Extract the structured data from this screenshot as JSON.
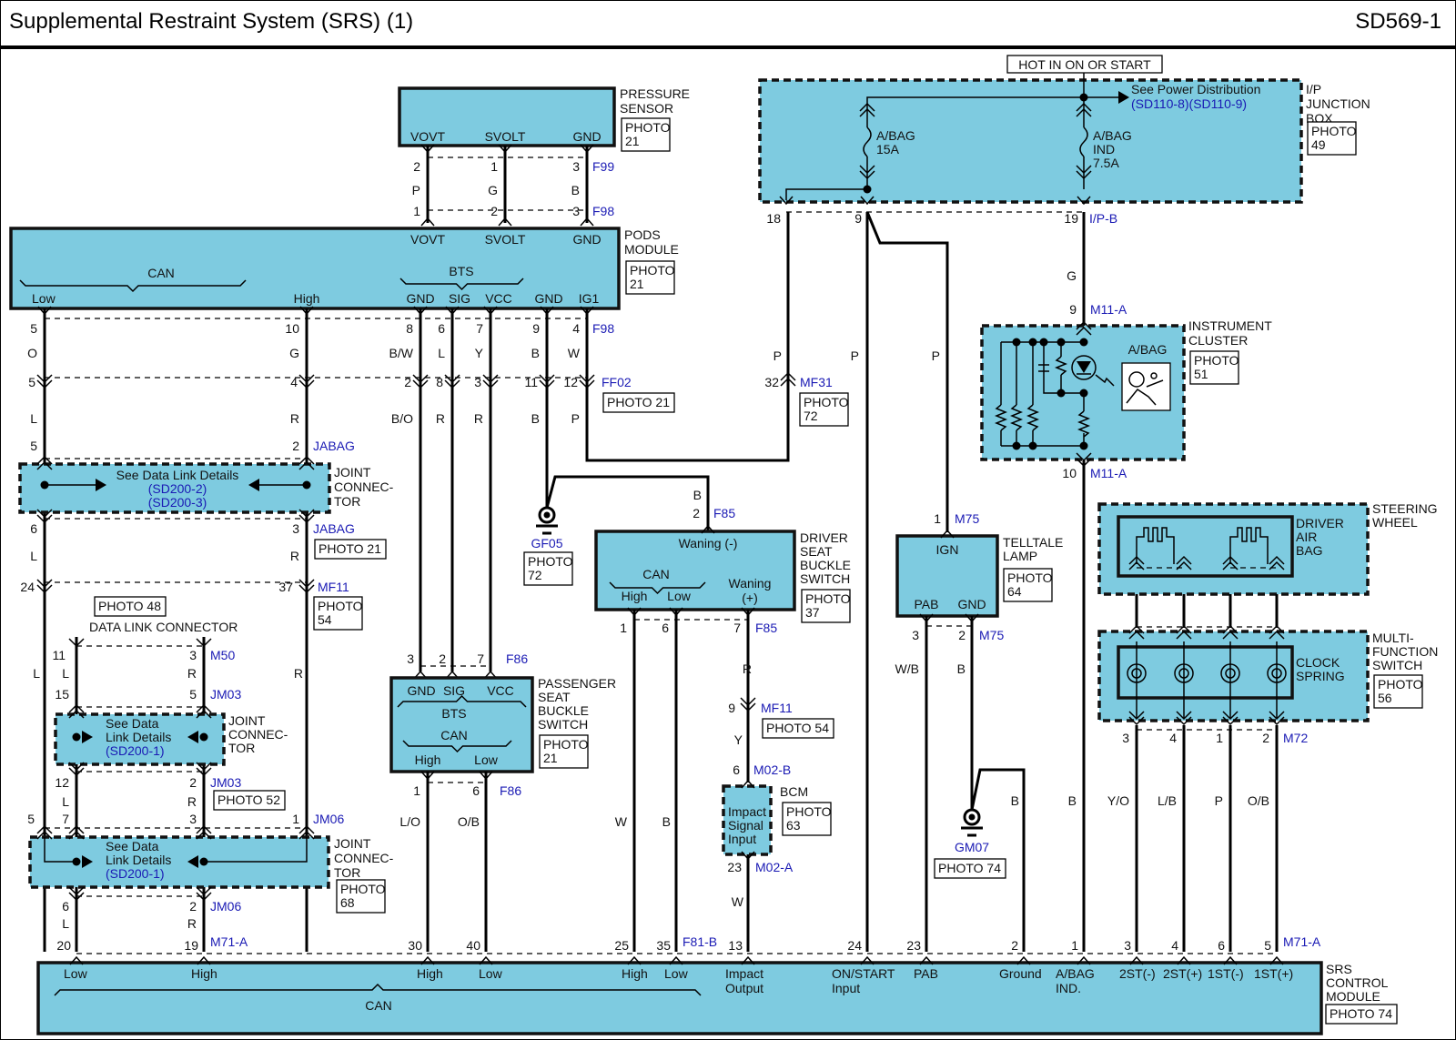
{
  "header": {
    "title": "Supplemental Restraint System (SRS) (1)",
    "page_code": "SD569-1"
  },
  "power_label": "HOT IN ON OR START",
  "ip_junction_box": {
    "name_lines": [
      "I/P",
      "JUNCTION",
      "BOX"
    ],
    "photo": [
      "PHOTO",
      "49"
    ],
    "see_power": "See Power Distribution",
    "see_power_ref": "(SD110-8)(SD110-9)",
    "fuse1": [
      "A/BAG",
      "15A"
    ],
    "fuse2": [
      "A/BAG",
      "IND",
      "7.5A"
    ],
    "pins": [
      "18",
      "9",
      "19"
    ],
    "connector": "I/P-B"
  },
  "pressure_sensor": {
    "name_lines": [
      "PRESSURE",
      "SENSOR"
    ],
    "photo": [
      "PHOTO",
      "21"
    ],
    "terminals": [
      "VOVT",
      "SVOLT",
      "GND"
    ],
    "top_pins": [
      "2",
      "1",
      "3"
    ],
    "top_connector": "F99",
    "wires": [
      "P",
      "G",
      "B"
    ],
    "bottom_pins": [
      "1",
      "2",
      "3"
    ],
    "bottom_connector": "F98"
  },
  "pods_module": {
    "name_lines": [
      "PODS",
      "MODULE"
    ],
    "photo": [
      "PHOTO",
      "21"
    ],
    "top_terminals": [
      "VOVT",
      "SVOLT",
      "GND"
    ],
    "can_label": "CAN",
    "bts_label": "BTS",
    "bottom_terminals": [
      "Low",
      "High",
      "GND",
      "SIG",
      "VCC",
      "GND",
      "IG1"
    ],
    "pins": [
      "5",
      "10",
      "8",
      "6",
      "7",
      "9",
      "4"
    ],
    "connector": "F98",
    "wires": [
      "O",
      "G",
      "B/W",
      "L",
      "Y",
      "B",
      "W"
    ]
  },
  "ff02": {
    "pins": [
      "5",
      "4",
      "2",
      "8",
      "3",
      "11",
      "12"
    ],
    "connector": "FF02",
    "photo": "PHOTO 21",
    "wires": [
      "L",
      "R",
      "B/O",
      "R",
      "R",
      "B",
      "P"
    ]
  },
  "jabag": {
    "pins_top": [
      "5",
      "2"
    ],
    "pins_bottom": [
      "6",
      "3"
    ],
    "connector": "JABAG",
    "photo": "PHOTO 21",
    "text": "See Data Link Details",
    "refs": [
      "(SD200-2)",
      "(SD200-3)"
    ],
    "name_lines": [
      "JOINT",
      "CONNEC-",
      "TOR"
    ],
    "wires_below": [
      "L",
      "R"
    ]
  },
  "mf11": {
    "pins": [
      "24",
      "37"
    ],
    "connector": "MF11",
    "photo": [
      "PHOTO",
      "54"
    ],
    "pin9": "9",
    "photo2": "PHOTO 54"
  },
  "data_link_connector": {
    "label": "DATA LINK CONNECTOR",
    "photo": "PHOTO 48",
    "pins": [
      "11",
      "3"
    ],
    "connector": "M50",
    "wires": [
      "L",
      "R"
    ],
    "side_wires": [
      "L",
      "R"
    ]
  },
  "jm03": {
    "pins_top": [
      "15",
      "5"
    ],
    "pins_bottom": [
      "12",
      "2"
    ],
    "connector": "JM03",
    "photo": "PHOTO 52",
    "text": [
      "See Data",
      "Link Details"
    ],
    "ref": "(SD200-1)",
    "name_lines": [
      "JOINT",
      "CONNEC-",
      "TOR"
    ],
    "wires": [
      "L",
      "R"
    ]
  },
  "jm06": {
    "pins_top": [
      "5",
      "7",
      "3",
      "1"
    ],
    "pins_bottom": [
      "6",
      "2"
    ],
    "connector": "JM06",
    "photo": [
      "PHOTO",
      "68"
    ],
    "text": [
      "See Data",
      "Link Details"
    ],
    "ref": "(SD200-1)",
    "name_lines": [
      "JOINT",
      "CONNEC-",
      "TOR"
    ],
    "wires": [
      "L",
      "R"
    ]
  },
  "gf05": {
    "name": "GF05",
    "photo": [
      "PHOTO",
      "72"
    ]
  },
  "mf31": {
    "pin": "32",
    "connector": "MF31",
    "photo": [
      "PHOTO",
      "72"
    ],
    "wire": "P"
  },
  "driver_buckle": {
    "name_lines": [
      "DRIVER",
      "SEAT",
      "BUCKLE",
      "SWITCH"
    ],
    "photo": [
      "PHOTO",
      "37"
    ],
    "warn_neg": "Waning (-)",
    "can": "CAN",
    "high": "High",
    "low": "Low",
    "warn_pos": [
      "Waning",
      "(+)"
    ],
    "top_pin": "2",
    "top_connector": "F85",
    "top_wire": "B",
    "bottom_pins": [
      "1",
      "6",
      "7"
    ],
    "bottom_connector": "F85",
    "wires": [
      "W",
      "B",
      "R"
    ]
  },
  "passenger_buckle": {
    "name_lines": [
      "PASSENGER",
      "SEAT",
      "BUCKLE",
      "SWITCH"
    ],
    "photo": [
      "PHOTO",
      "21"
    ],
    "terminals": [
      "GND",
      "SIG",
      "VCC"
    ],
    "bts": "BTS",
    "can": "CAN",
    "high": "High",
    "low": "Low",
    "top_pins": [
      "3",
      "2",
      "7"
    ],
    "top_connector": "F86",
    "bottom_pins": [
      "1",
      "6"
    ],
    "bottom_connector": "F86",
    "wires": [
      "L/O",
      "O/B"
    ]
  },
  "bcm": {
    "name": "BCM",
    "photo": [
      "PHOTO",
      "63"
    ],
    "text": [
      "Impact",
      "Signal",
      "Input"
    ],
    "top_pin": "6",
    "top_connector": "M02-B",
    "bottom_pin": "23",
    "bottom_connector": "M02-A",
    "wire_above": "Y",
    "wire_below": "W"
  },
  "instrument_cluster": {
    "name_lines": [
      "INSTRUMENT",
      "CLUSTER"
    ],
    "photo": [
      "PHOTO",
      "51"
    ],
    "indicator": "A/BAG",
    "top_pin": "9",
    "bottom_pin": "10",
    "connector": "M11-A",
    "wire_above": "G",
    "wire_below": "B"
  },
  "telltale_lamp": {
    "name_lines": [
      "TELLTALE",
      "LAMP"
    ],
    "photo": [
      "PHOTO",
      "64"
    ],
    "terminals": [
      "IGN",
      "PAB",
      "GND"
    ],
    "top_pin": "1",
    "top_connector": "M75",
    "bottom_pins": [
      "3",
      "2"
    ],
    "bottom_connector": "M75",
    "wires": [
      "W/B",
      "B"
    ],
    "wire_above": "P"
  },
  "gm07": {
    "name": "GM07",
    "photo": "PHOTO 74",
    "wire": "B"
  },
  "steering_wheel": {
    "name_lines": [
      "STEERING",
      "WHEEL"
    ],
    "airbag_lines": [
      "DRIVER",
      "AIR",
      "BAG"
    ]
  },
  "multifunction_switch": {
    "name_lines": [
      "MULTI-",
      "FUNCTION",
      "SWITCH"
    ],
    "photo": [
      "PHOTO",
      "56"
    ],
    "clock_spring": [
      "CLOCK",
      "SPRING"
    ],
    "pins": [
      "3",
      "4",
      "1",
      "2"
    ],
    "connector": "M72",
    "wires": [
      "Y/O",
      "L/B",
      "P",
      "O/B"
    ]
  },
  "srs_module": {
    "name_lines": [
      "SRS",
      "CONTROL",
      "MODULE"
    ],
    "photo": "PHOTO 74",
    "can": "CAN",
    "pins": [
      "20",
      "19",
      "30",
      "40",
      "25",
      "35",
      "13",
      "24",
      "23",
      "2",
      "1",
      "3",
      "4",
      "6",
      "5"
    ],
    "connectors": [
      "M71-A",
      "F81-B",
      "M71-A"
    ],
    "terminals": [
      "Low",
      "High",
      "High",
      "Low",
      "High",
      "Low",
      "Impact\nOutput",
      "ON/START\nInput",
      "PAB",
      "Ground",
      "A/BAG\nIND.",
      "2ST(-)",
      "2ST(+)",
      "1ST(-)",
      "1ST(+)"
    ]
  },
  "colors": {
    "module_fill": "#7ecbe0",
    "connector_text": "#1a1ab4",
    "wire": "#000000"
  }
}
